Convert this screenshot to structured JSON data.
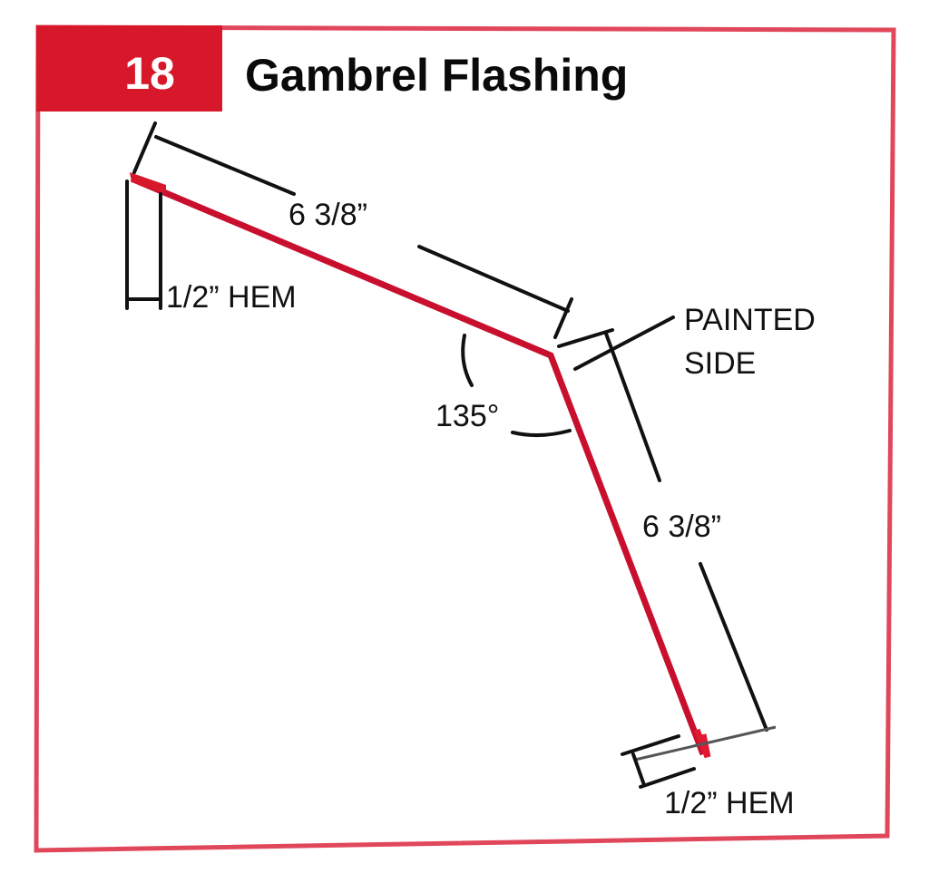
{
  "header": {
    "number": "18",
    "title": "Gambrel Flashing"
  },
  "labels": {
    "top_length": "6 3/8”",
    "top_hem": "1/2” HEM",
    "angle": "135°",
    "painted_line1": "PAINTED",
    "painted_line2": "SIDE",
    "right_length": "6 3/8”",
    "bottom_hem": "1/2” HEM"
  },
  "colors": {
    "accent": "#d7182a",
    "border": "#e0475a",
    "ink": "#111111"
  }
}
